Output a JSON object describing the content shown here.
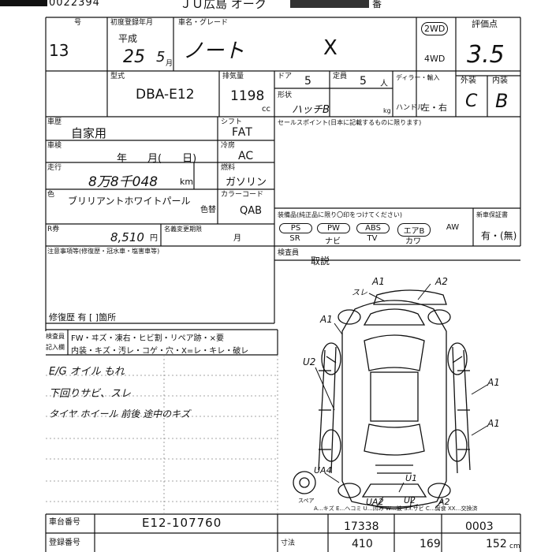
{
  "header": {
    "serial": "0022394",
    "venue": "ＪＵ広島 オーク",
    "auction_number": "番"
  },
  "lot": {
    "label": "号",
    "number": "13"
  },
  "registration": {
    "label": "初度登録年月",
    "era": "平成",
    "year": "25",
    "month": "5",
    "month_unit": "月"
  },
  "car_name": {
    "label": "車名・グレード",
    "name": "ノート",
    "grade": "X"
  },
  "drive": {
    "selected": "2WD",
    "other": "4WD"
  },
  "score": {
    "label": "評価点",
    "value": "3.5",
    "exterior_label": "外装",
    "interior_label": "内装",
    "exterior": "C",
    "interior": "B"
  },
  "model": {
    "label": "型式",
    "value": "DBA-E12"
  },
  "displacement": {
    "label": "排気量",
    "value": "1198",
    "unit": "cc"
  },
  "doors": {
    "label": "ドア",
    "value": "5"
  },
  "capacity": {
    "label": "定員",
    "value": "5",
    "unit": "人"
  },
  "shape": {
    "label": "形状",
    "value": "ハッチB"
  },
  "dealer_label": "ディラー・輸入",
  "handle": {
    "label": "ハンドル",
    "value": "左・右"
  },
  "kg": "kg",
  "purpose": {
    "label": "車歴",
    "value": "自家用"
  },
  "inspection": {
    "label": "車検",
    "value": "年　　月(　　日)"
  },
  "mileage": {
    "label": "走行",
    "value": "8万8千048",
    "unit": "km"
  },
  "color": {
    "label": "色",
    "value": "ブリリアントホワイトパール",
    "repaint_label": "色替",
    "code_label": "カラーコード",
    "code": "QAB"
  },
  "recycle": {
    "label": "R券",
    "value": "8,510",
    "unit": "円",
    "tax_label": "名義変更期限",
    "tax_month": "月"
  },
  "shift": {
    "label": "シフト",
    "value": "FAT"
  },
  "ac": {
    "label": "冷房",
    "value": "AC"
  },
  "fuel": {
    "label": "燃料",
    "value": "ガソリン"
  },
  "sales_point": {
    "label": "セールスポイント(日本に記載するものに限ります)"
  },
  "equipment": {
    "label": "装備品(純正品に限り〇印をつけてください)",
    "row1": [
      "PS",
      "PW",
      "ABS",
      "エアB",
      "AW"
    ],
    "row2": [
      "SR",
      "ナビ",
      "TV",
      "カワ"
    ]
  },
  "warranty": {
    "label": "新車保証書",
    "value": "有・(無)"
  },
  "notes": {
    "label": "注意事項等(修復歴・冠水車・塩害車等)",
    "repair": "修復歴 有 [ ]箇所"
  },
  "inspector": {
    "label": "検査員",
    "value": "取説"
  },
  "legend": {
    "check_label": "検査員",
    "record_label": "記入欄",
    "line1": "FW・ヰズ・凍右・ヒビ割・リペア跡・×要",
    "line2": "内装・キズ・汚レ・コゲ・穴・X=レ・キレ・破レ"
  },
  "handwritten": [
    "E/G オイル もれ",
    "下回りサビ、スレ",
    "タイヤ ホイール 前後 途中のキズ"
  ],
  "diagram_marks": [
    "スレ",
    "A1",
    "A2",
    "A1",
    "U2",
    "A1",
    "A1",
    "UA4",
    "U1",
    "UA2",
    "U2",
    "A2"
  ],
  "diagram_legend": "A…キズ  E…ヘコミ  U…凹み  W…波  S…サビ  C…腐食  XX…交換済",
  "spare_label": "スペア",
  "chassis": {
    "label": "車台番号",
    "value": "E12-107760"
  },
  "registration_no": {
    "label": "登録番号"
  },
  "size": {
    "label": "寸法",
    "length": "410",
    "width": "169",
    "height": "152",
    "unit": "cm"
  },
  "ref": {
    "value1": "17338",
    "value2": "0003"
  }
}
